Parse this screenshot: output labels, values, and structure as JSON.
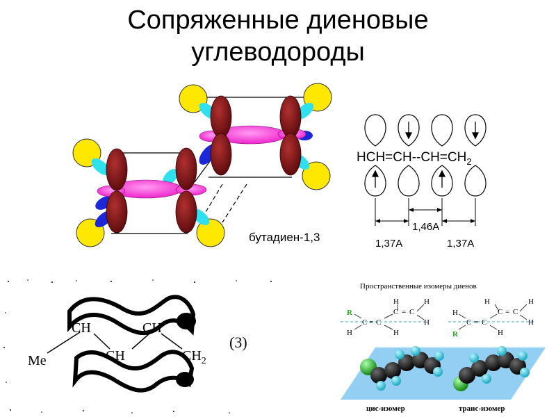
{
  "title": {
    "line1": "Сопряженные диеновые",
    "line2": "углеводороды"
  },
  "orbital_model": {
    "label": "бутадиен-1,3"
  },
  "bond_scheme": {
    "formula": "HCH=CH--CH=CH",
    "subscript": "2",
    "middle_length": "1,46A",
    "left_length": "1,37A",
    "right_length": "1,37A"
  },
  "conformation": {
    "me": "Me",
    "ch_upper_left": "CH",
    "ch_upper_right": "CH",
    "ch_lower": "CH",
    "ch2": "CH",
    "ch2_sub": "2",
    "number": "(3)"
  },
  "isomers": {
    "heading": "Пространственные изомеры диенов",
    "cis_label": "цис-изомер",
    "trans_label": "транс-изомер",
    "atom_h": "H",
    "atom_c": "C",
    "atom_r": "R",
    "double_bond": "="
  },
  "colors": {
    "p_orbital": "#7a0f12",
    "pi_cloud": "#ff33dd",
    "hydrogen": "#ffe800",
    "cyan_lobe": "#2fe0ee",
    "blue_lobe": "#1b27d8",
    "plane": "#7fc7f0",
    "model_atom": "#101010",
    "model_h": "#25c8e0",
    "model_r": "#22bb22"
  }
}
